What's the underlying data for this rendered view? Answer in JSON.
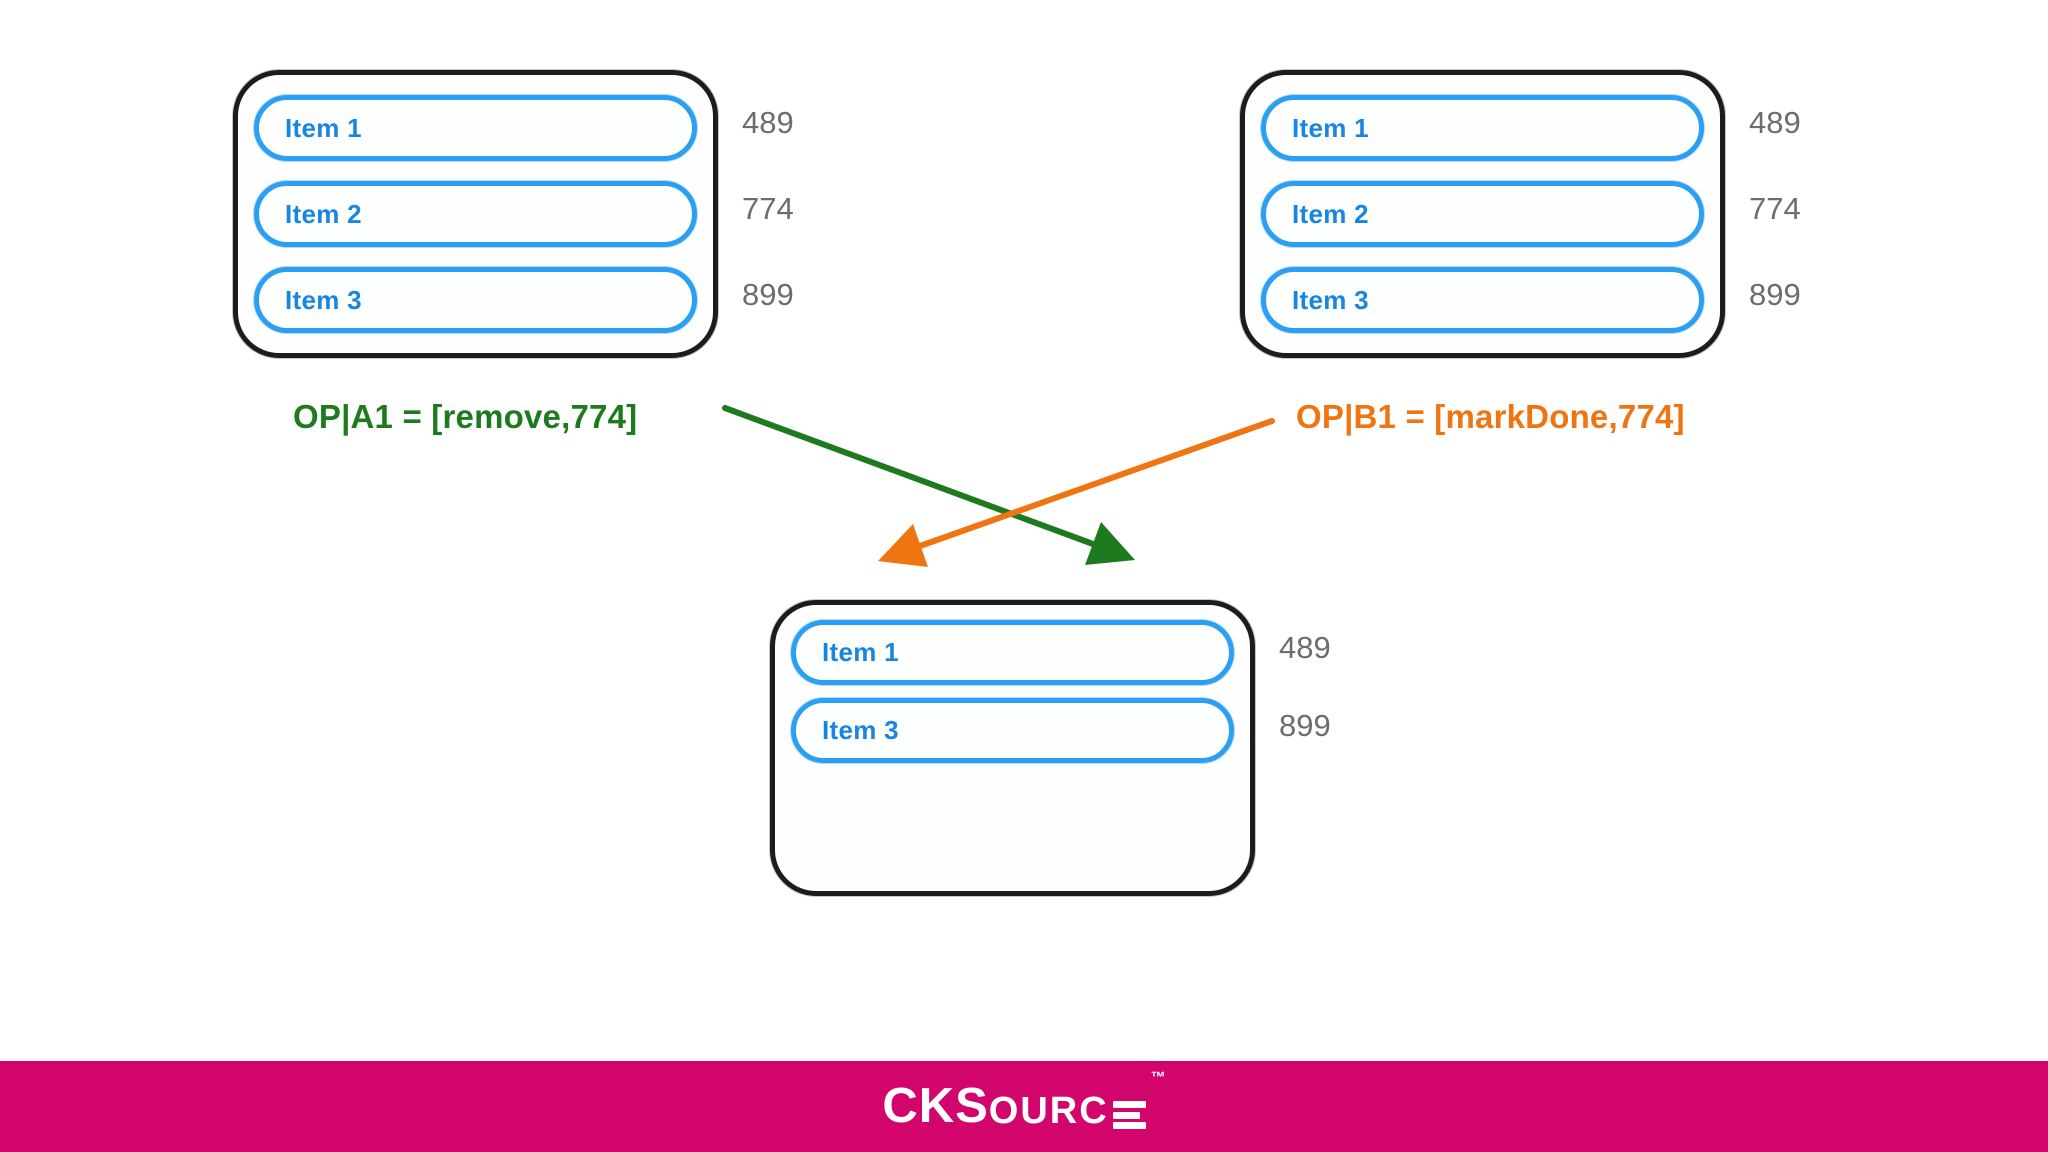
{
  "colors": {
    "pill_blue": "#2b9ff2",
    "item_text_blue": "#1886e0",
    "box_border_black": "#1c1c1c",
    "id_gray": "#6d6d6d",
    "op_a_green": "#1e7a1e",
    "op_b_orange": "#ee7511",
    "footer_pink": "#d2056c",
    "logo_white": "#ffffff"
  },
  "lists": {
    "replica_a": {
      "items": [
        {
          "label": "Item 1",
          "id": "489"
        },
        {
          "label": "Item 2",
          "id": "774"
        },
        {
          "label": "Item 3",
          "id": "899"
        }
      ]
    },
    "replica_b": {
      "items": [
        {
          "label": "Item 1",
          "id": "489"
        },
        {
          "label": "Item 2",
          "id": "774"
        },
        {
          "label": "Item 3",
          "id": "899"
        }
      ]
    },
    "result": {
      "items": [
        {
          "label": "Item 1",
          "id": "489"
        },
        {
          "label": "Item 3",
          "id": "899"
        }
      ]
    }
  },
  "operations": {
    "op_a": {
      "label": "OP|A1 = [remove,774]"
    },
    "op_b": {
      "label": "OP|B1 = [markDone,774]"
    }
  },
  "footer": {
    "brand_main": "CKS",
    "brand_small": "OURC",
    "trademark": "™"
  }
}
